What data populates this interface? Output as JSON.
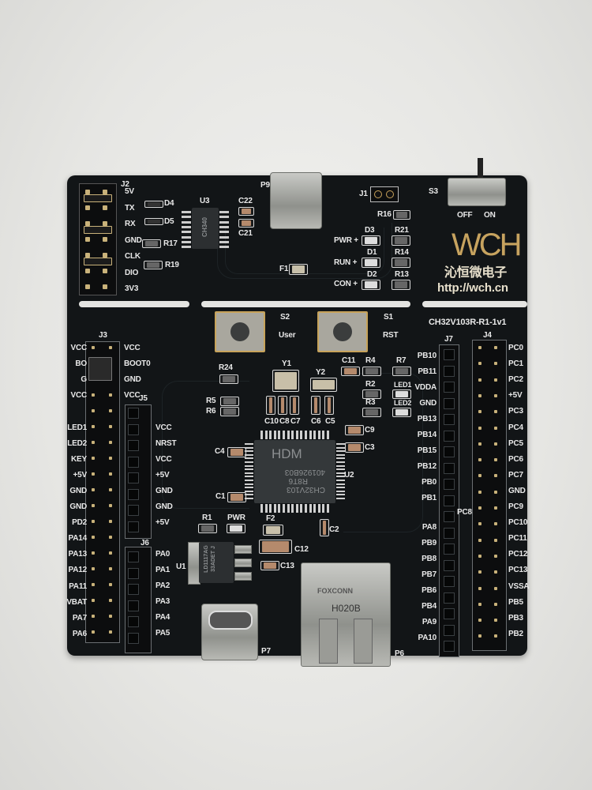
{
  "board": {
    "model": "CH32V103R-R1-1v1",
    "logo": "WCH",
    "brand_cn": "沁恒微电子",
    "url": "http://wch.cn",
    "colors": {
      "pcb": "#121517",
      "silkscreen": "#e9e9e9",
      "gold": "#c7a35f",
      "background": "#e6e6e3"
    }
  },
  "j2": {
    "ref": "J2",
    "labels": [
      "5V",
      "TX",
      "RX",
      "GND",
      "CLK",
      "DIO",
      "3V3"
    ]
  },
  "j3": {
    "ref": "J3",
    "left_labels": [
      "VCC",
      "BO",
      "G",
      "VCC",
      "",
      "LED1",
      "LED2",
      "KEY",
      "+5V",
      "GND",
      "GND",
      "PD2",
      "PA14",
      "PA13",
      "PA12",
      "PA11",
      "VBAT",
      "PA7",
      "PA6"
    ],
    "right_labels": [
      "VCC",
      "BOOT0",
      "GND",
      "VCC"
    ]
  },
  "j5": {
    "ref": "J5",
    "labels": [
      "VCC",
      "NRST",
      "VCC",
      "+5V",
      "GND",
      "GND",
      "+5V"
    ]
  },
  "j6": {
    "ref": "J6",
    "labels": [
      "PA0",
      "PA1",
      "PA2",
      "PA3",
      "PA4",
      "PA5"
    ]
  },
  "j7": {
    "ref": "J7",
    "labels": [
      "PB10",
      "PB11",
      "VDDA",
      "GND",
      "PB13",
      "PB14",
      "PB15",
      "PB12",
      "PB0",
      "PB1"
    ],
    "labels2": [
      "PA8",
      "PB9",
      "PB8",
      "PB7",
      "PB6",
      "PB4",
      "PA9",
      "PA10"
    ],
    "pc8": "PC8"
  },
  "j4": {
    "ref": "J4",
    "labels": [
      "PC0",
      "PC1",
      "PC2",
      "+5V",
      "PC3",
      "PC4",
      "PC5",
      "PC6",
      "PC7",
      "GND",
      "PC9",
      "PC10",
      "PC11",
      "PC12",
      "PC13",
      "VSSA",
      "PB5",
      "PB3",
      "PB2"
    ]
  },
  "refs": {
    "u3": "U3",
    "d4": "D4",
    "d5": "D5",
    "r17": "R17",
    "r19": "R19",
    "c22": "C22",
    "c21": "C21",
    "p9": "P9",
    "f1": "F1",
    "j1": "J1",
    "r16": "R16",
    "s3": "S3",
    "off": "OFF",
    "on": "ON",
    "d3": "D3",
    "r21": "R21",
    "pwr": "PWR +",
    "d1": "D1",
    "r14": "R14",
    "run": "RUN +",
    "d2": "D2",
    "r13": "R13",
    "con": "CON +",
    "s2": "S2",
    "user": "User",
    "s1": "S1",
    "rst": "RST",
    "r24": "R24",
    "y1": "Y1",
    "y2": "Y2",
    "c11": "C11",
    "r4": "R4",
    "r7": "R7",
    "r2": "R2",
    "led1": "LED1",
    "r3": "R3",
    "led2": "LED2",
    "r5": "R5",
    "r6": "R6",
    "c10": "C10",
    "c8": "C8",
    "c7": "C7",
    "c6": "C6",
    "c5": "C5",
    "c9": "C9",
    "c3": "C3",
    "c4": "C4",
    "u2": "U2",
    "c1": "C1",
    "r1": "R1",
    "pwr2": "PWR",
    "f2": "F2",
    "c2": "C2",
    "c12": "C12",
    "c13": "C13",
    "u1": "U1",
    "p7": "P7",
    "p6": "P6"
  },
  "chips": {
    "u3_marking": "CH340",
    "u2_logo": "HDM",
    "u2_lines": [
      "CH32V103",
      "R8T6",
      "401926B03"
    ],
    "u1_lines": [
      "LD1117AG",
      "33ADET J"
    ],
    "p6_marking": "H020B",
    "p6_brand": "FOXCONN"
  }
}
